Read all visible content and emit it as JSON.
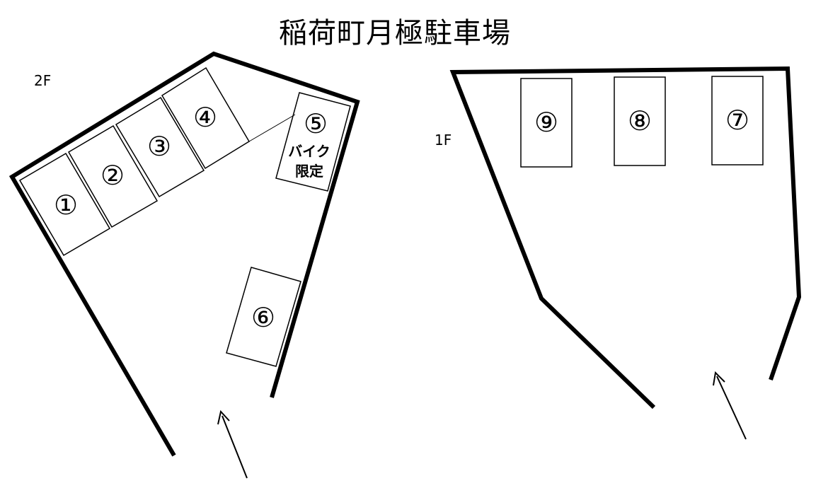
{
  "title": "稲荷町月極駐車場",
  "floors": [
    {
      "label": "2F",
      "spaces": [
        {
          "number": "①"
        },
        {
          "number": "②"
        },
        {
          "number": "③"
        },
        {
          "number": "④"
        },
        {
          "number": "⑤",
          "note_line1": "バイク",
          "note_line2": "限定"
        },
        {
          "number": "⑥"
        }
      ]
    },
    {
      "label": "1F",
      "spaces": [
        {
          "number": "⑨"
        },
        {
          "number": "⑧"
        },
        {
          "number": "⑦"
        }
      ]
    }
  ],
  "colors": {
    "line": "#000000",
    "background": "#ffffff"
  }
}
